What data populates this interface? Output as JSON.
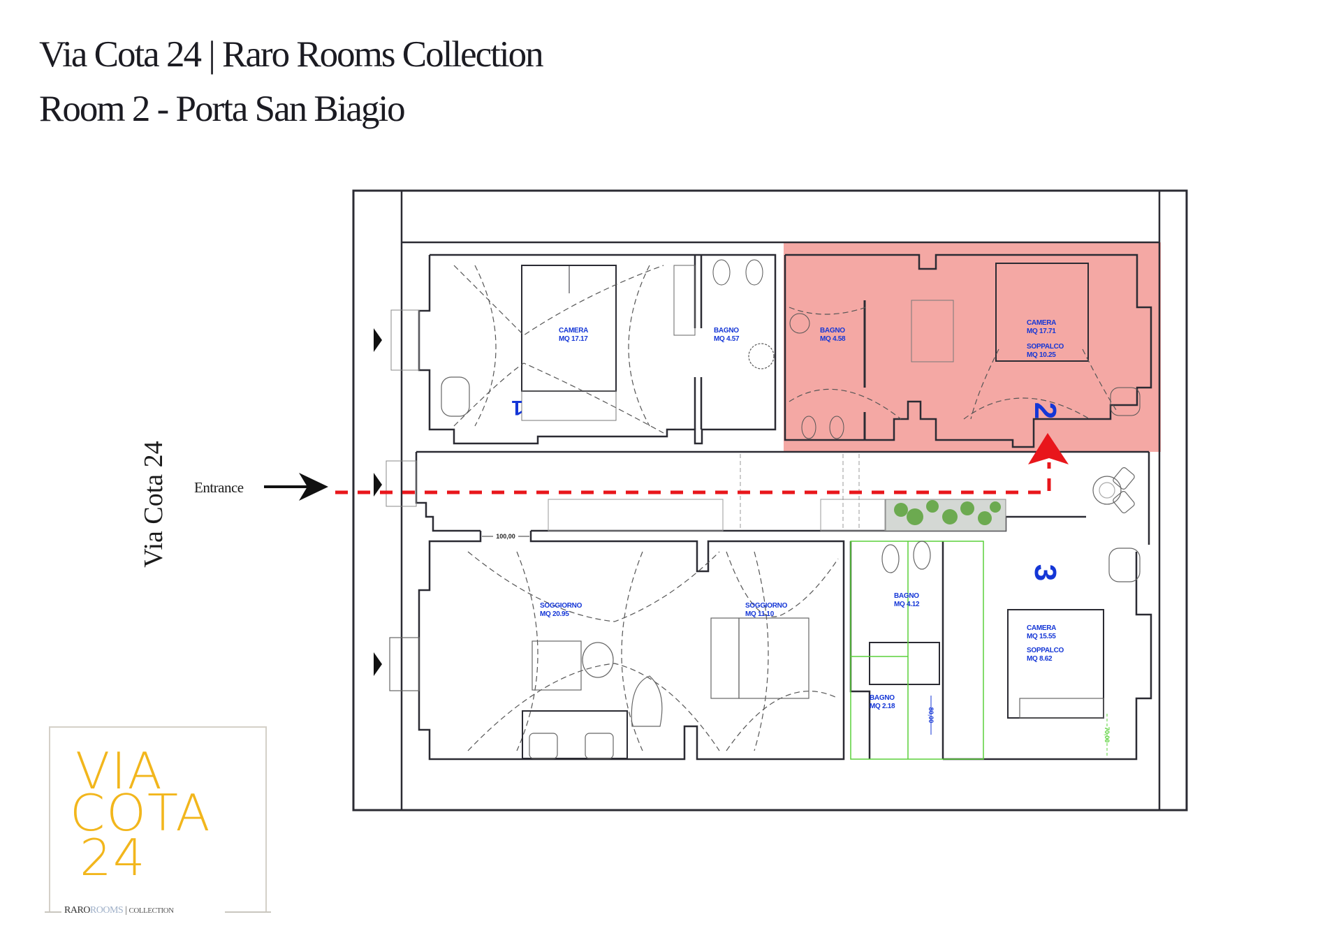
{
  "header": {
    "title": "Via Cota 24 | Raro Rooms Collection",
    "subtitle": "Room 2 - Porta San Biagio"
  },
  "street_label": "Via Cota 24",
  "entrance": {
    "label": "Entrance",
    "arrow_icon": "arrow-right-icon"
  },
  "highlight": {
    "room_number": "2",
    "color": "#f4a8a4",
    "path_color": "#e8161b"
  },
  "rooms": [
    {
      "number": "1",
      "areas": [
        {
          "name": "CAMERA",
          "mq": "MQ 17.17"
        },
        {
          "name": "BAGNO",
          "mq": "MQ 4.57"
        }
      ]
    },
    {
      "number": "2",
      "areas": [
        {
          "name": "BAGNO",
          "mq": "MQ 4.58"
        },
        {
          "name": "CAMERA",
          "mq": "MQ 17.71"
        },
        {
          "name": "SOPPALCO",
          "mq": "MQ 10.25"
        }
      ]
    },
    {
      "number": "3",
      "areas": [
        {
          "name": "BAGNO",
          "mq": "MQ 4.12"
        },
        {
          "name": "BAGNO",
          "mq": "MQ 2.18"
        },
        {
          "name": "CAMERA",
          "mq": "MQ 15.55"
        },
        {
          "name": "SOPPALCO",
          "mq": "MQ 8.62"
        }
      ]
    }
  ],
  "common": [
    {
      "name": "SOGGIORNO",
      "mq": "MQ 20.95"
    },
    {
      "name": "SOGGIORNO",
      "mq": "MQ 11.10"
    }
  ],
  "dimensions": {
    "door_width": "100,00",
    "bath_dim": "80,00",
    "stair_dim": "70,00"
  },
  "logo": {
    "line1": "VIA",
    "line2": "COTA",
    "line3": "24",
    "brand_raro": "RARO",
    "brand_rooms": "ROOMS",
    "brand_sep": "|",
    "brand_collection": "COLLECTION",
    "color": "#f2b61c"
  }
}
